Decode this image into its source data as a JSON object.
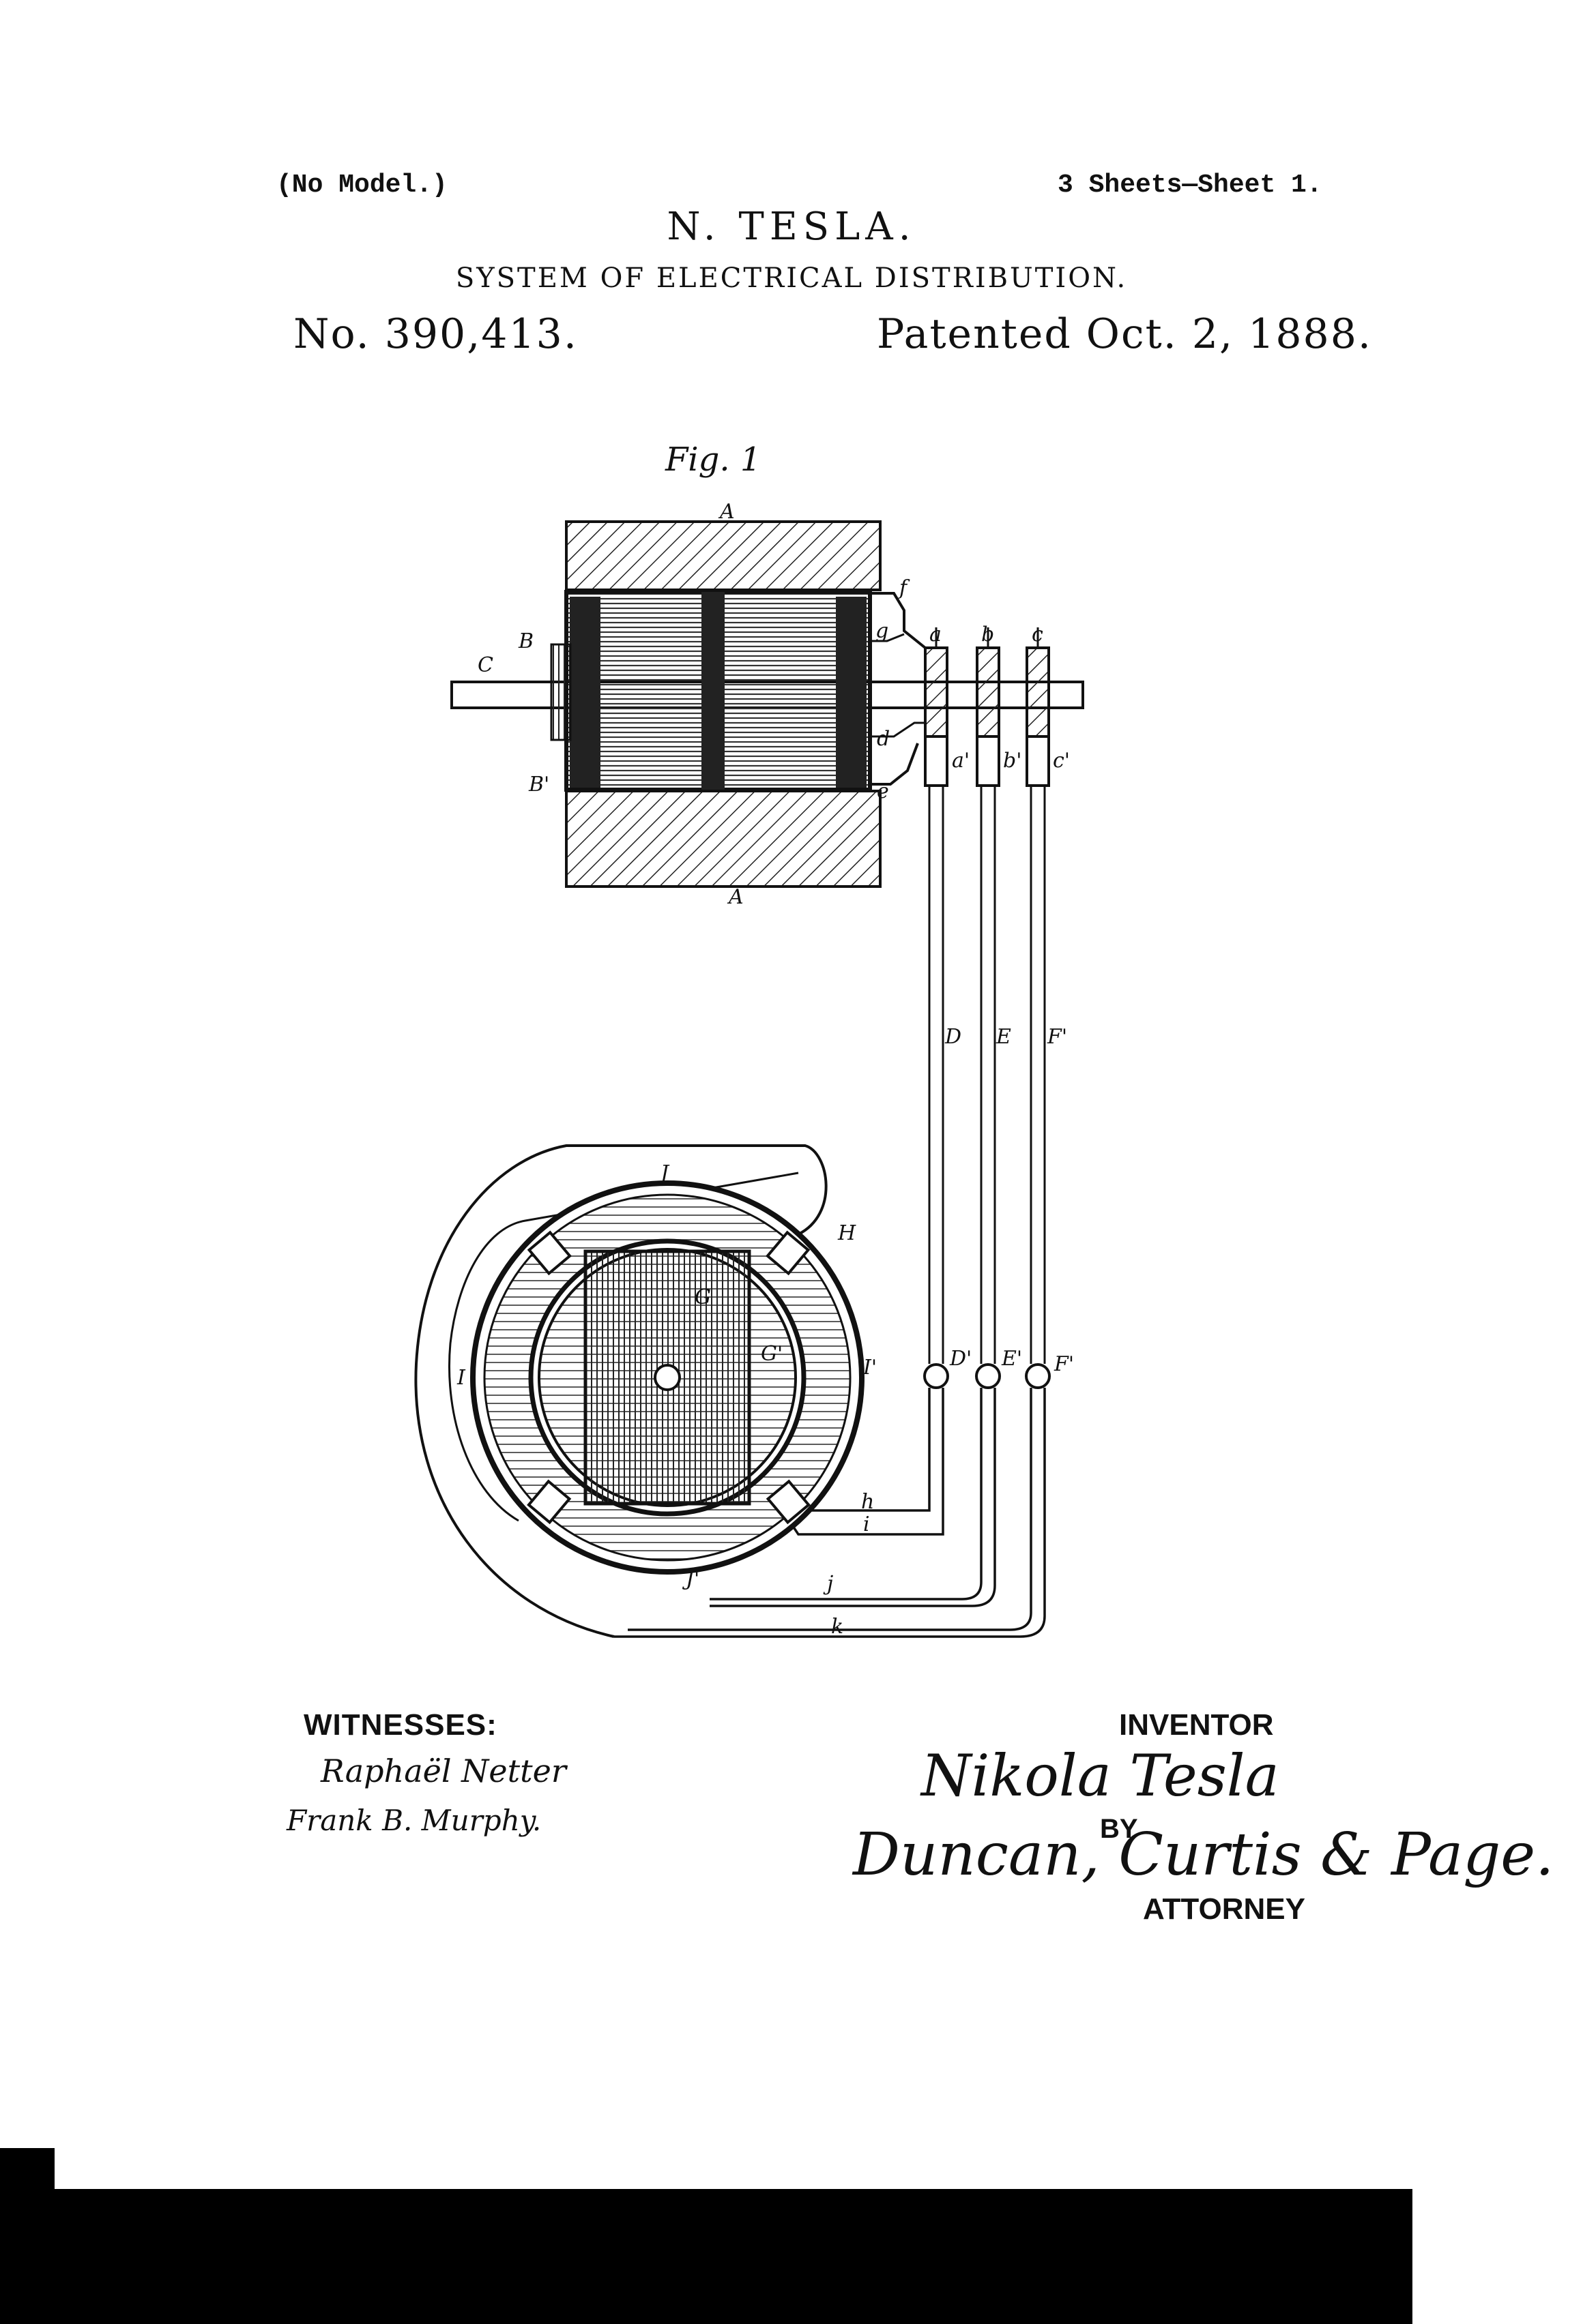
{
  "header": {
    "no_model": "(No Model.)",
    "sheets": "3 Sheets—Sheet 1.",
    "inventor": "N. TESLA.",
    "title": "SYSTEM OF ELECTRICAL DISTRIBUTION.",
    "patent_number": "No. 390,413.",
    "patented_date": "Patented Oct. 2, 1888."
  },
  "figure": {
    "caption": "Fig. 1",
    "labels": {
      "A_top": "A",
      "A_bottom": "A",
      "B": "B",
      "B_prime": "B'",
      "C": "C",
      "a": "a",
      "b": "b",
      "c": "c",
      "a_prime": "a'",
      "b_prime": "b'",
      "c_prime": "c'",
      "d": "d",
      "e": "e",
      "f": "f",
      "g": "g",
      "D": "D",
      "E": "E",
      "F": "F'",
      "D_prime": "D'",
      "E_prime": "E'",
      "F_prime": "F'",
      "J": "J",
      "J_prime": "J'",
      "H": "H",
      "I_left": "I",
      "I_right": "I'",
      "G": "G",
      "G_prime": "G'",
      "h": "h",
      "i": "i",
      "j": "j",
      "k": "k"
    }
  },
  "signatures": {
    "witnesses_label": "WITNESSES:",
    "witness_1": "Raphaël Netter",
    "witness_2": "Frank B. Murphy.",
    "inventor_label": "INVENTOR",
    "inventor_signature": "Nikola Tesla",
    "by_label": "BY",
    "attorney_signature": "Duncan, Curtis & Page.",
    "attorney_label": "ATTORNEY"
  }
}
